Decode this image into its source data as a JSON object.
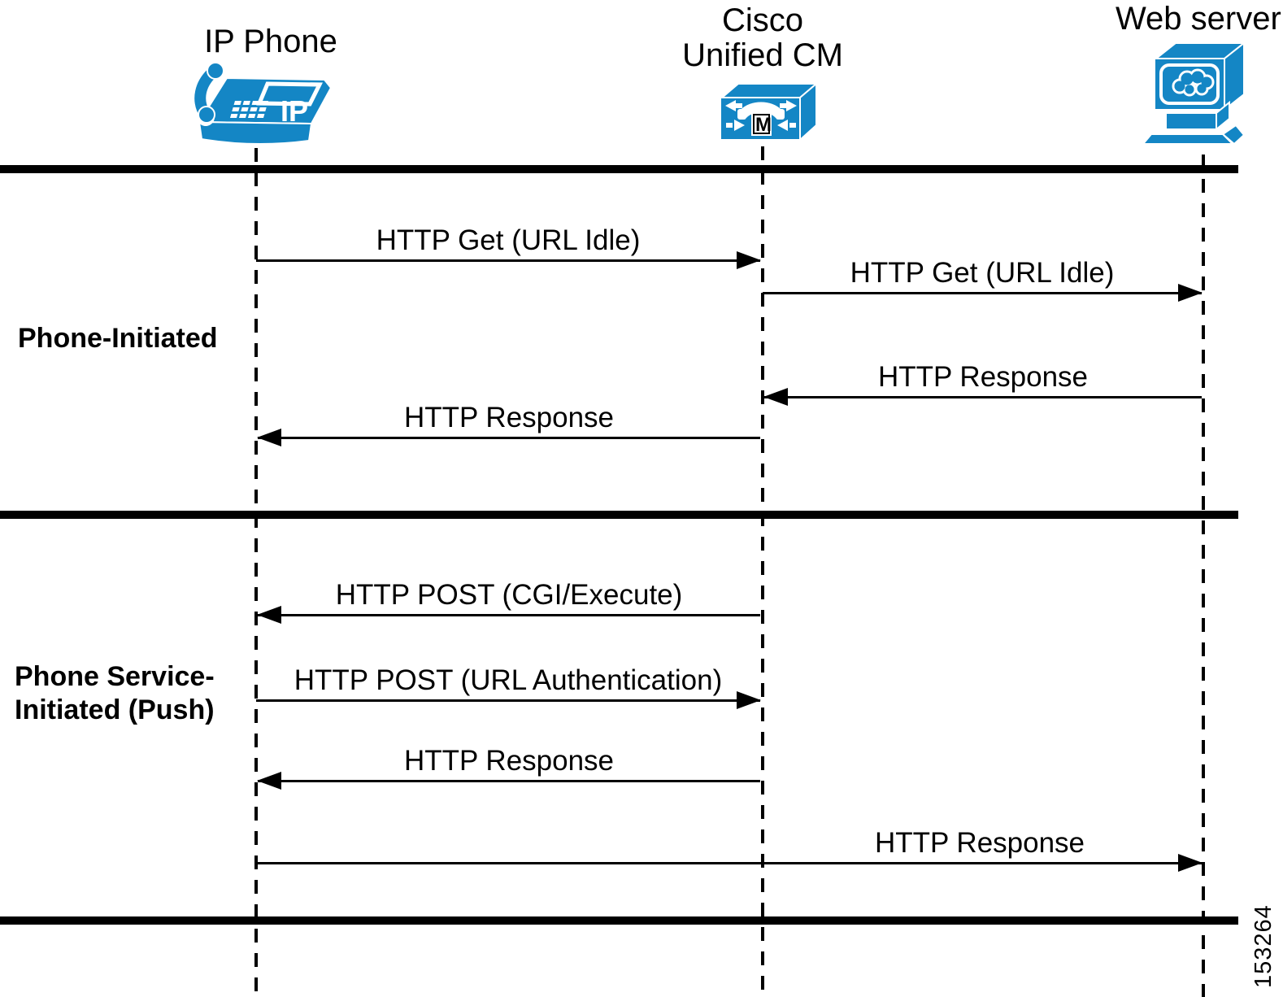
{
  "diagram_title": "IP Phone services HTTP message flows",
  "accent_color": "#1486C5",
  "actors": [
    {
      "id": "ip-phone",
      "label": "IP Phone",
      "icon": "ip-phone-icon"
    },
    {
      "id": "cucm",
      "label": "Cisco\nUnified CM",
      "icon": "cisco-unified-cm-icon"
    },
    {
      "id": "web-server",
      "label": "Web server",
      "icon": "web-server-icon"
    }
  ],
  "sections": [
    {
      "label": "Phone-Initiated"
    },
    {
      "label": "Phone Service-\nInitiated (Push)"
    }
  ],
  "messages": [
    {
      "label": "HTTP Get (URL Idle)",
      "from": "IP Phone",
      "to": "Cisco Unified CM",
      "direction": "right"
    },
    {
      "label": "HTTP Get (URL Idle)",
      "from": "Cisco Unified CM",
      "to": "Web server",
      "direction": "right"
    },
    {
      "label": "HTTP Response",
      "from": "Web server",
      "to": "Cisco Unified CM",
      "direction": "left"
    },
    {
      "label": "HTTP Response",
      "from": "Cisco Unified CM",
      "to": "IP Phone",
      "direction": "left"
    },
    {
      "label": "HTTP POST (CGI/Execute)",
      "from": "Cisco Unified CM",
      "to": "IP Phone",
      "direction": "left"
    },
    {
      "label": "HTTP POST (URL Authentication)",
      "from": "IP Phone",
      "to": "Cisco Unified CM",
      "direction": "right"
    },
    {
      "label": "HTTP Response",
      "from": "Cisco Unified CM",
      "to": "IP Phone",
      "direction": "left"
    },
    {
      "label": "HTTP Response",
      "from": "IP Phone",
      "to": "Web server",
      "direction": "right"
    }
  ],
  "figure_number": "153264"
}
